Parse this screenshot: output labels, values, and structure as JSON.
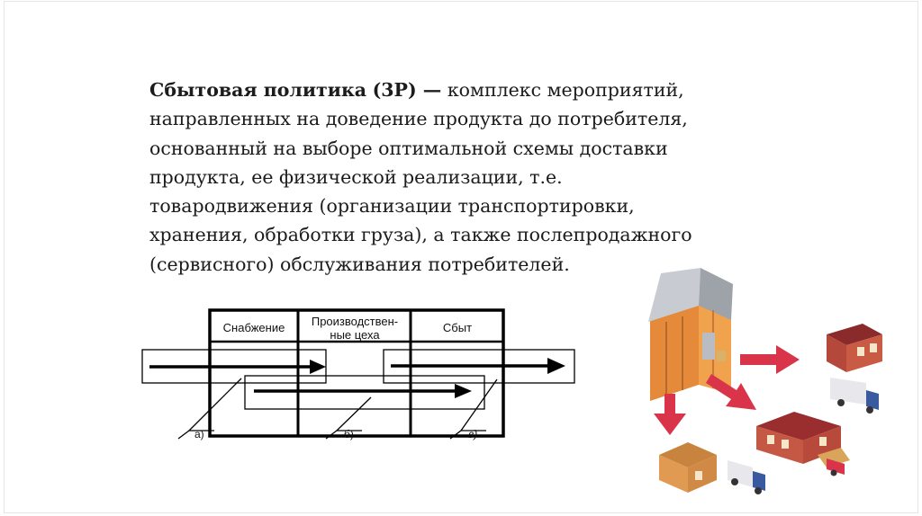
{
  "slide": {
    "term": "Сбытовая политика",
    "term_suffix": "(3P) —",
    "definition_lines": [
      "комплекс мероприятий,",
      "направленных на доведение продукта до потребителя,",
      "основанный на выборе оптимальной схемы доставки",
      "продукта, ее физической реализации, т.е.",
      "товародвижения (организации транспортировки,",
      "хранения, обработки груза), а также послепродажного",
      "(сервисного) обслуживания потребителей."
    ]
  },
  "diagram": {
    "stages": [
      "Снабжение",
      "Производствен-",
      "ные цеха",
      "Сбыт"
    ],
    "callouts": [
      "а)",
      "б)",
      "в)"
    ]
  },
  "illustration": {
    "icons": [
      "warehouse-icon",
      "house-icon",
      "truck-icon",
      "arrow-icon"
    ],
    "arrow_color": "#d9344a"
  }
}
